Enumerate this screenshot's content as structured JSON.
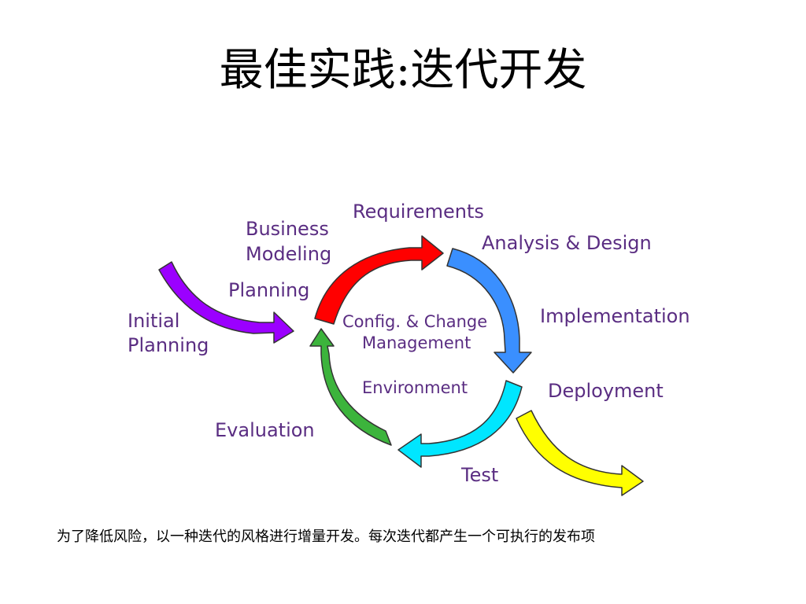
{
  "slide": {
    "title": "最佳实践:迭代开发",
    "caption": "为了降低风险，以一种迭代的风格进行增量开发。每次迭代都产生一个可执行的发布项"
  },
  "diagram": {
    "labels": {
      "requirements": "Requirements",
      "business_modeling_line1": "Business",
      "business_modeling_line2": "Modeling",
      "analysis_design": "Analysis & Design",
      "planning": "Planning",
      "initial_planning_line1": "Initial",
      "initial_planning_line2": "Planning",
      "config_line1": "Config. & Change",
      "config_line2": "Management",
      "environment": "Environment",
      "implementation": "Implementation",
      "deployment": "Deployment",
      "evaluation": "Evaluation",
      "test": "Test"
    },
    "colors": {
      "initial_planning_arrow": "#9b00ff",
      "red_arrow": "#ff0000",
      "blue_arrow": "#3a8fff",
      "cyan_arrow": "#00e6ff",
      "green_arrow": "#3cb43c",
      "yellow_arrow": "#ffff00",
      "label_text": "#5a2d82"
    }
  }
}
